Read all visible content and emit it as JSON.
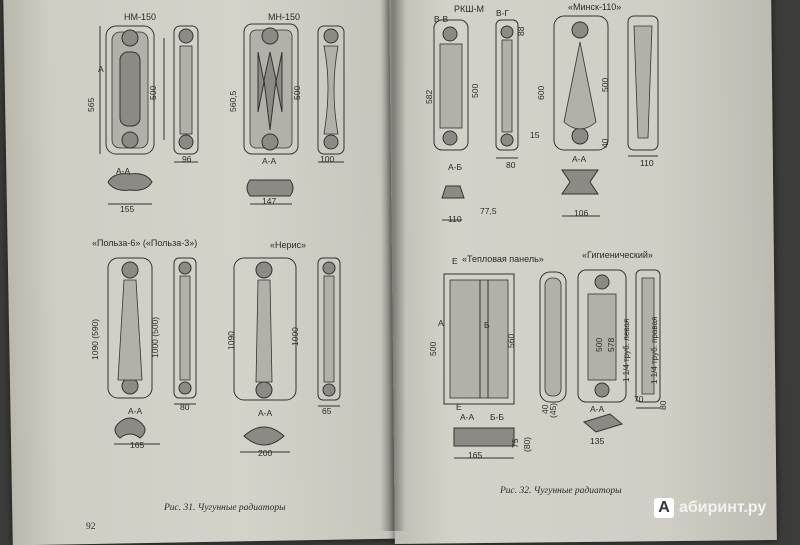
{
  "left_page": {
    "radiators": [
      {
        "name": "НМ-150",
        "dims": {
          "height": "565",
          "inner": "500",
          "section": "A",
          "width": "96",
          "base": "155",
          "cut": "А-А"
        }
      },
      {
        "name": "МН-150",
        "dims": {
          "height": "560,5",
          "inner": "500",
          "width": "100",
          "base": "147",
          "cut": "А-А"
        }
      },
      {
        "name": "«Польза-6» («Польза-3»)",
        "dims": {
          "height": "1090 (590)",
          "inner": "1000 (500)",
          "width": "80",
          "base": "165",
          "cut": "А-А"
        }
      },
      {
        "name": "«Нерис»",
        "dims": {
          "height": "1090",
          "inner": "1000",
          "width": "65",
          "base": "200",
          "cut": "А-А"
        }
      }
    ],
    "caption": "Рис. 31. Чугунные радиаторы",
    "page_number": "92"
  },
  "right_page": {
    "radiators": [
      {
        "name": "РКШ-М",
        "dims": {
          "height": "582",
          "inner": "500",
          "width": "80",
          "side": "77,5",
          "base": "110",
          "top": "88",
          "cuts": [
            "В-В",
            "А-Б",
            "В-Г",
            "15"
          ]
        }
      },
      {
        "name": "«Минск-110»",
        "dims": {
          "height": "600",
          "inner": "500",
          "width": "110",
          "base": "106",
          "lower": "40",
          "cut": "А-А"
        }
      },
      {
        "name": "«Тепловая панель»",
        "dims": {
          "height": "500",
          "inner": "560",
          "base": "165",
          "b_cut": "75",
          "b_cut2": "(80)",
          "side": "40",
          "side2": "(45)",
          "cuts": [
            "Е",
            "А",
            "Б",
            "Е",
            "А-А",
            "Б-Б"
          ]
        }
      },
      {
        "name": "«Гигиенический»",
        "dims": {
          "height": "500",
          "inner": "578",
          "width": "70",
          "base": "135",
          "extra": "80",
          "pipe1": "1 1/4 труб. левая",
          "pipe2": "1 1/4 труб. правая",
          "cut": "А-А"
        }
      }
    ],
    "caption": "Рис. 32. Чугунные радиаторы"
  },
  "watermark": {
    "icon": "А",
    "text": "абиринт.ру"
  }
}
